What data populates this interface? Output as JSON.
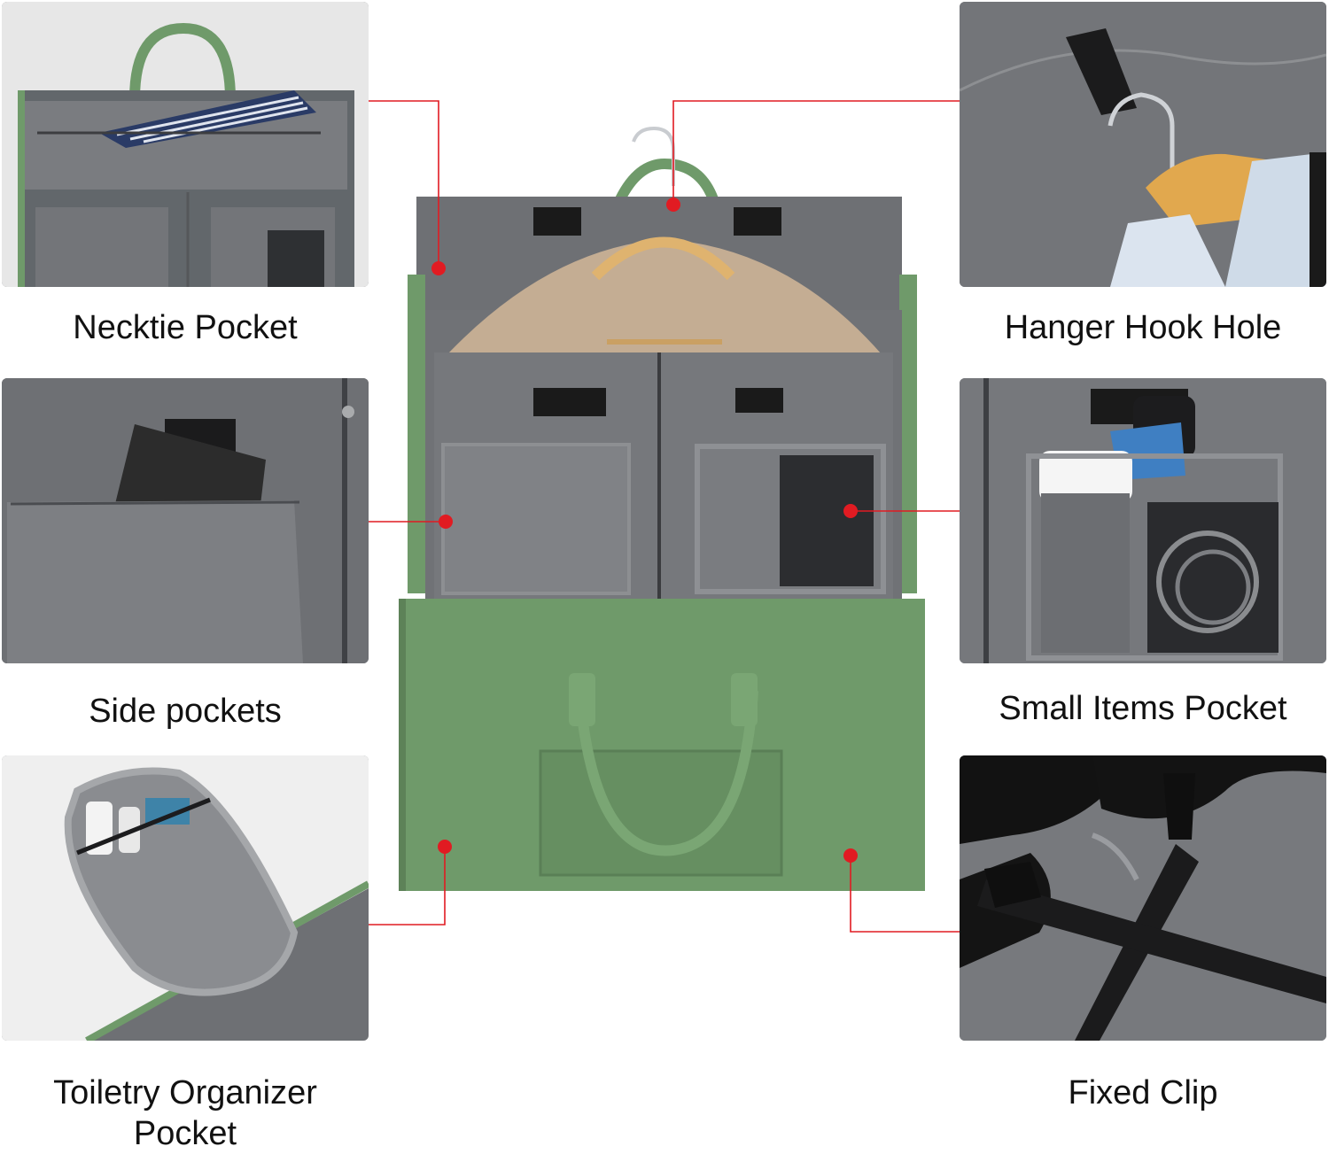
{
  "image": {
    "accent_color": "#e11b22",
    "bag_color": "#6f9a6a",
    "lining_color": "#6f7073"
  },
  "features": [
    {
      "key": "necktie",
      "label": "Necktie Pocket"
    },
    {
      "key": "hanger",
      "label": "Hanger Hook Hole"
    },
    {
      "key": "side",
      "label": "Side pockets"
    },
    {
      "key": "small",
      "label": "Small Items Pocket"
    },
    {
      "key": "toiletry",
      "label_line1": "Toiletry Organizer",
      "label_line2": "Pocket"
    },
    {
      "key": "clip",
      "label": "Fixed Clip"
    }
  ]
}
